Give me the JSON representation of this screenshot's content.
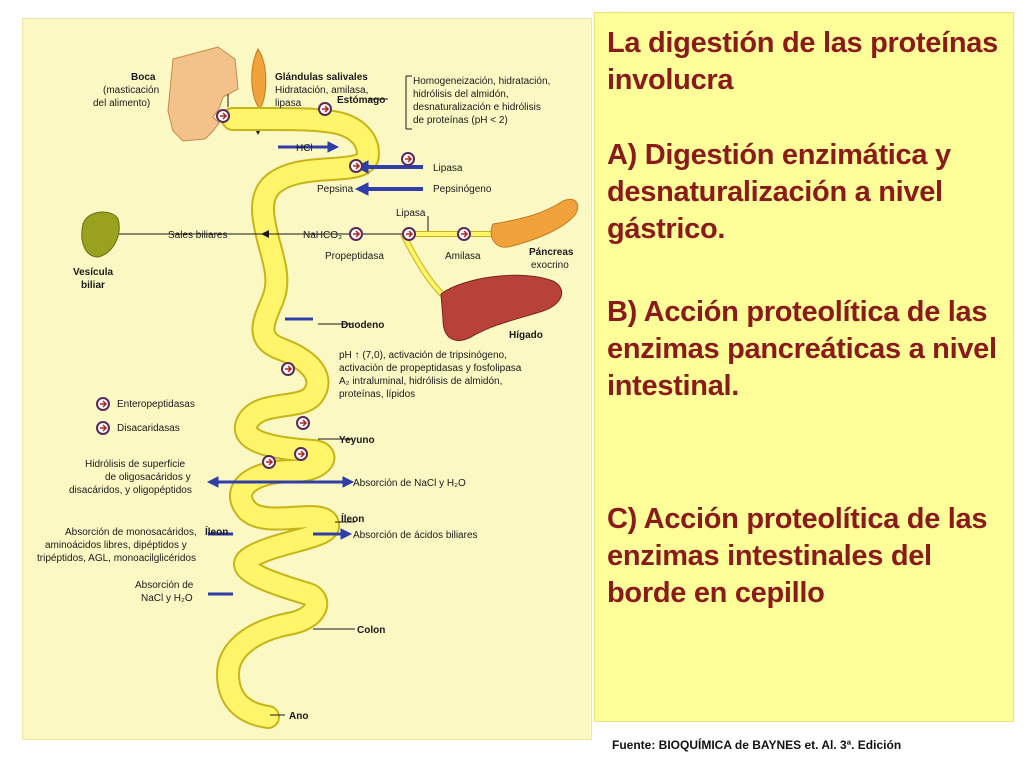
{
  "panel": {
    "intro": "La digestión de las proteínas involucra",
    "point_a": "A) Digestión enzimática y desnaturalización a nivel gástrico.",
    "point_b": "B) Acción proteolítica de las enzimas pancreáticas a nivel intestinal.",
    "point_c": "C) Acción proteolítica de las enzimas intestinales del borde en cepillo"
  },
  "source": "Fuente: BIOQUÍMICA de BAYNES et. Al. 3ª. Edición",
  "diagram": {
    "boca_title": "Boca",
    "boca_l1": "(masticación",
    "boca_l2": "del alimento)",
    "glandulas_title": "Glándulas salivales",
    "glandulas_l1": "Hidratación, amilasa,",
    "glandulas_l2": "lipasa",
    "estomago": "Estómago",
    "estomago_desc": [
      "Homogeneización, hidratación,",
      "hidrólisis del almidón,",
      "desnaturalización e hidrólisis",
      "de proteínas (pH < 2)"
    ],
    "hcl": "HCl",
    "lipasa_gastric": "Lipasa",
    "pepsinogeno": "Pepsinógeno",
    "pepsina": "Pepsina",
    "lipasa_pancreatic": "Lipasa",
    "sales_biliares": "Sales biliares",
    "nahco3": "NaHCO₃",
    "propeptidasa": "Propeptidasa",
    "amilasa": "Amilasa",
    "pancreas_title": "Páncreas",
    "pancreas_sub": "exocrino",
    "vesicula_l1": "Vesícula",
    "vesicula_l2": "biliar",
    "higado": "Hígado",
    "duodeno": "Duodeno",
    "duodeno_desc": [
      "pH ↑ (7,0), activación de tripsinógeno,",
      "activación de propeptidasas y fosfolipasa",
      "A₂ intraluminal, hidrólisis de almidón,",
      "proteínas, lípidos"
    ],
    "enteropeptidasas": "Enteropeptidasas",
    "disacaridasas": "Disacaridasas",
    "yeyuno": "Yeyuno",
    "hidrolisis_sup": [
      "Hidrólisis de superficie",
      "de oligosacáridos y",
      "disacáridos, y oligopéptidos"
    ],
    "absorcion_nacl_h2o": "Absorción de NaCl y H₂O",
    "ileon_right": "Íleon",
    "ileon_left": "Íleon",
    "absorcion_acidos_biliares": "Absorción de ácidos biliares",
    "absorcion_mono": [
      "Absorción de monosacáridos,",
      "aminoácidos libres, dipéptidos y",
      "tripéptidos, AGL, monoacilglicéridos"
    ],
    "absorcion_nacl_left": [
      "Absorción de",
      "NaCl y H₂O"
    ],
    "colon": "Colon",
    "ano": "Ano"
  },
  "colors": {
    "panel_bg": "#ffff99",
    "panel_text": "#8b1a1a",
    "figure_bg": "#fbf8c4",
    "gut_fill": "#fff56a",
    "arrow_blue": "#2f3ea8",
    "pancreas": "#f2a23a",
    "liver": "#b8413a",
    "gallbladder": "#9aa11f"
  }
}
